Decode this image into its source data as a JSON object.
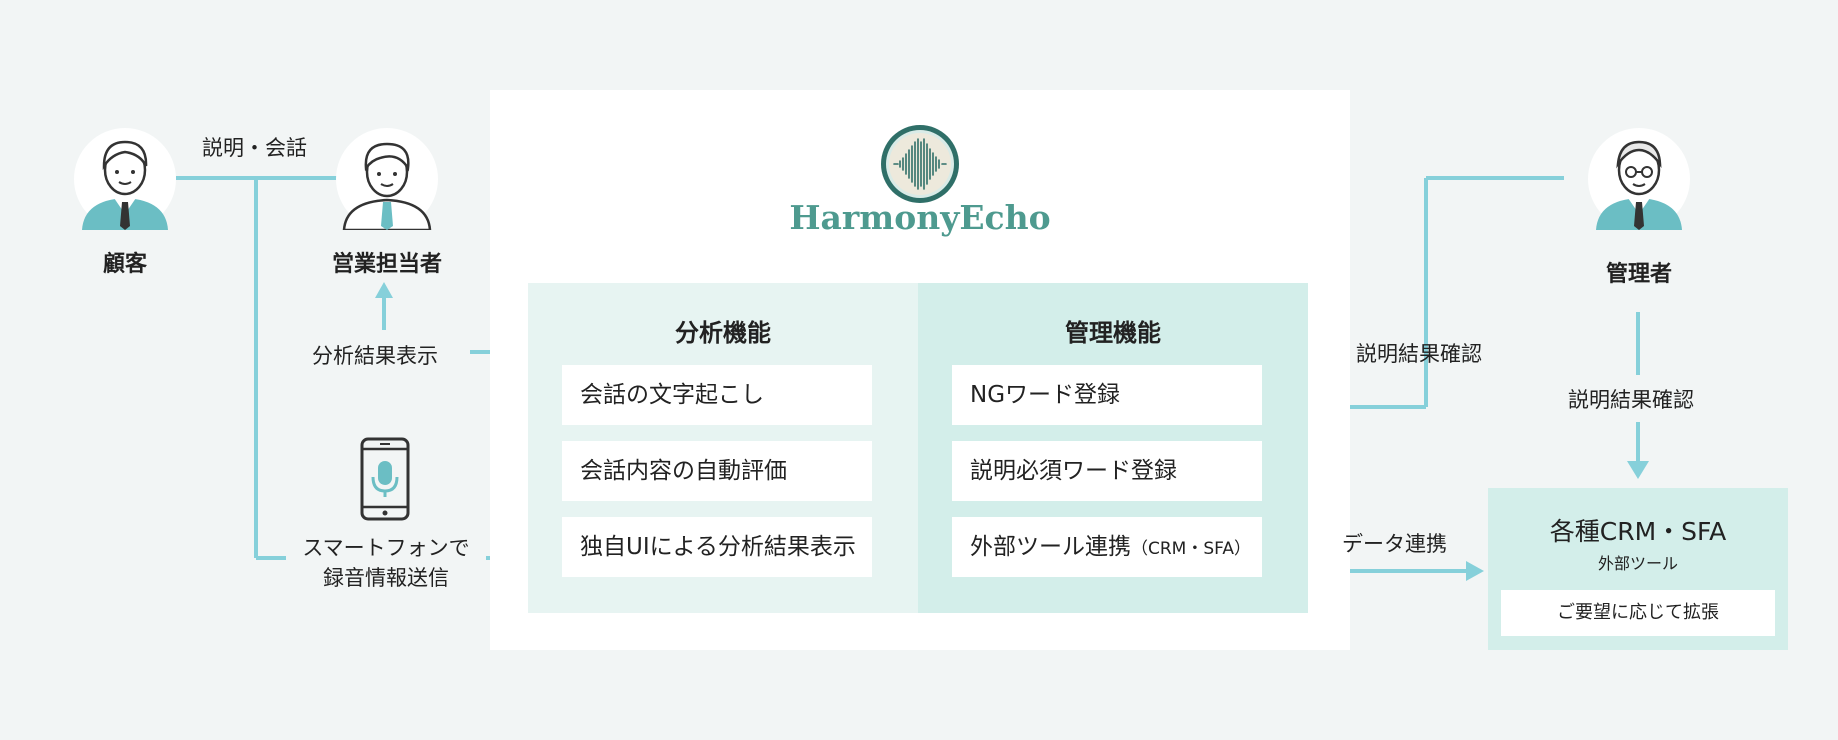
{
  "brand": {
    "name": "HarmonyEcho",
    "logo_icon": "soundwave-logo-icon"
  },
  "people": {
    "customer": {
      "label": "顧客",
      "icon": "customer-avatar-icon"
    },
    "sales_rep": {
      "label": "営業担当者",
      "icon": "sales-rep-avatar-icon"
    },
    "admin": {
      "label": "管理者",
      "icon": "admin-avatar-icon"
    }
  },
  "flows": {
    "explanation_conversation": "説明・会話",
    "analysis_display": "分析結果表示",
    "recording_line1": "スマートフォンで",
    "recording_line2": "録音情報送信",
    "phone_icon": "smartphone-mic-icon",
    "admin_confirm_main": "説明結果確認",
    "admin_confirm_crm": "説明結果確認",
    "data_link": "データ連携"
  },
  "analysis": {
    "title": "分析機能",
    "items": [
      "会話の文字起こし",
      "会話内容の自動評価",
      "独自UIによる分析結果表示"
    ]
  },
  "management": {
    "title": "管理機能",
    "items": [
      "NGワード登録",
      "説明必須ワード登録",
      "外部ツール連携"
    ],
    "item3_note": "（CRM・SFA）"
  },
  "crm": {
    "title": "各種CRM・SFA",
    "subtitle": "外部ツール",
    "button": "ご要望に応じて拡張"
  },
  "colors": {
    "background": "#f2f5f5",
    "line": "#86d0da",
    "panel_light": "#e7f4f2",
    "panel_mid": "#d3eeea",
    "brand": "#4e9a8f",
    "avatar_accent": "#6bbec4"
  }
}
